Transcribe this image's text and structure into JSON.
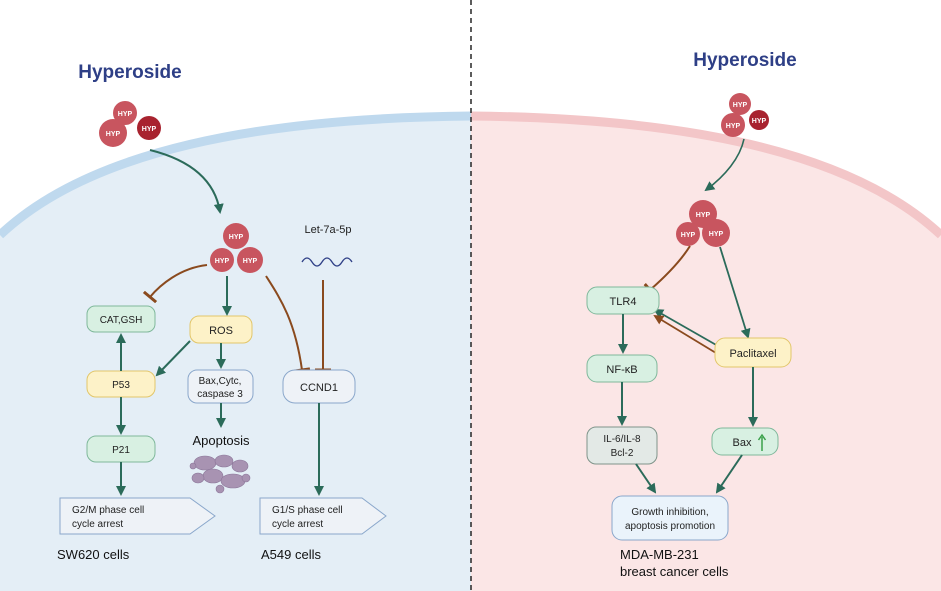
{
  "left": {
    "title": "Hyperoside",
    "hyp": "HYP",
    "let7a": "Let-7a-5p",
    "cat_gsh": "CAT,GSH",
    "ros": "ROS",
    "p53": "P53",
    "bax_line1": "Bax,Cytc,",
    "bax_line2": "caspase 3",
    "apoptosis": "Apoptosis",
    "ccnd1": "CCND1",
    "p21": "P21",
    "g2m_line1": "G2/M phase cell",
    "g2m_line2": "cycle arrest",
    "g1s_line1": "G1/S phase cell",
    "g1s_line2": "cycle arrest",
    "sw620": "SW620 cells",
    "a549": "A549 cells"
  },
  "right": {
    "title": "Hyperoside",
    "hyp": "HYP",
    "tlr4": "TLR4",
    "nfkb": "NF-κB",
    "paclitaxel": "Paclitaxel",
    "il6_line1": "IL-6/IL-8",
    "il6_line2": "Bcl-2",
    "bax": "Bax",
    "growth_line1": "Growth inhibition,",
    "growth_line2": "apoptosis promotion",
    "mda_line1": "MDA-MB-231",
    "mda_line2": "breast cancer cells"
  },
  "colors": {
    "left_bg": "#e7f1f8",
    "right_bg": "#fbe6e6",
    "activation_arrow": "#2b6b5a",
    "inhibition_arrow": "#8a4a1e",
    "hyp_circle": "#c8555f",
    "hyp_circle_dark": "#a8232f",
    "title": "#2e3f86",
    "green_node": "#d8f0e2",
    "yellow_node": "#fdf2c8",
    "grey_node": "#ecf0f5"
  }
}
